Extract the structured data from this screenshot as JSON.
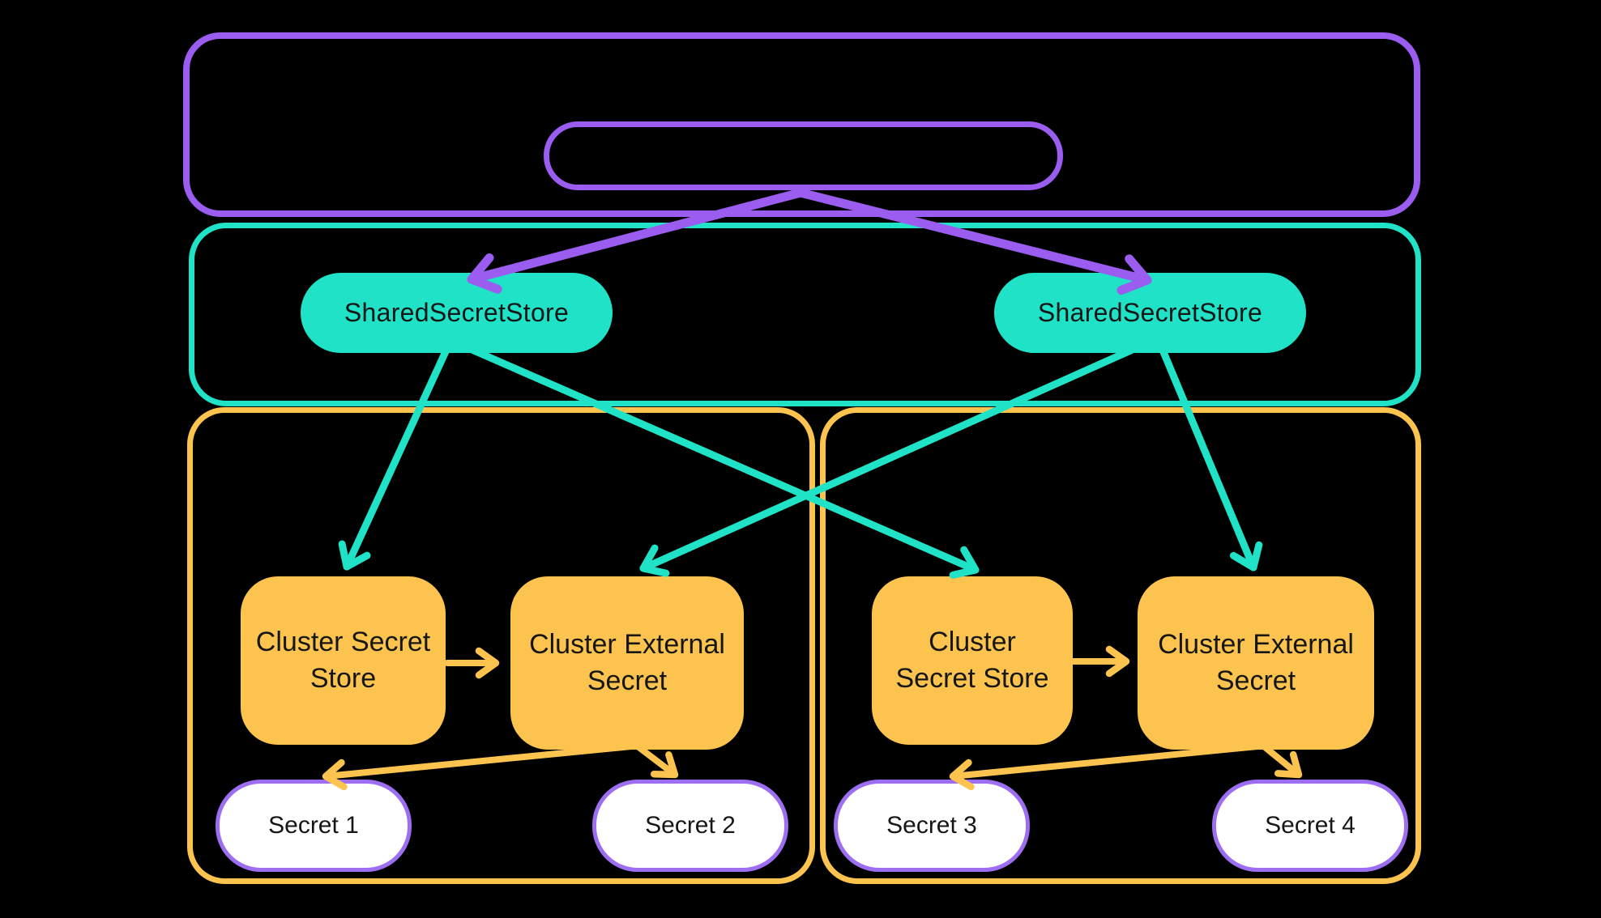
{
  "colors": {
    "background": "#000000",
    "purple": "#9b5cf0",
    "teal": "#1fe2c6",
    "orange": "#fcc44f",
    "secret_border": "#9d6df2",
    "secret_fill": "#ffffff",
    "text": "#161616"
  },
  "shared_secret_stores": [
    {
      "label": "SharedSecretStore"
    },
    {
      "label": "SharedSecretStore"
    }
  ],
  "clusters": [
    {
      "secret_store": {
        "label": "Cluster Secret Store"
      },
      "external_secret": {
        "label": "Cluster External Secret"
      },
      "secrets": [
        {
          "label": "Secret 1"
        },
        {
          "label": "Secret 2"
        }
      ]
    },
    {
      "secret_store": {
        "label": "Cluster Secret Store"
      },
      "external_secret": {
        "label": "Cluster External Secret"
      },
      "secrets": [
        {
          "label": "Secret 3"
        },
        {
          "label": "Secret 4"
        }
      ]
    }
  ],
  "edges": [
    {
      "from": "top-inner-pill",
      "to": "shared-secret-store-1",
      "color": "purple"
    },
    {
      "from": "top-inner-pill",
      "to": "shared-secret-store-2",
      "color": "purple"
    },
    {
      "from": "shared-secret-store-1",
      "to": "cluster-1-secret-store",
      "color": "teal"
    },
    {
      "from": "shared-secret-store-1",
      "to": "cluster-2-secret-store",
      "color": "teal"
    },
    {
      "from": "shared-secret-store-2",
      "to": "cluster-1-external-secret",
      "color": "teal"
    },
    {
      "from": "shared-secret-store-2",
      "to": "cluster-2-external-secret",
      "color": "teal"
    },
    {
      "from": "cluster-1-secret-store",
      "to": "cluster-1-external-secret",
      "color": "orange"
    },
    {
      "from": "cluster-2-secret-store",
      "to": "cluster-2-external-secret",
      "color": "orange"
    },
    {
      "from": "cluster-1-external-secret",
      "to": "secret-1",
      "color": "orange"
    },
    {
      "from": "cluster-1-external-secret",
      "to": "secret-2",
      "color": "orange"
    },
    {
      "from": "cluster-2-external-secret",
      "to": "secret-3",
      "color": "orange"
    },
    {
      "from": "cluster-2-external-secret",
      "to": "secret-4",
      "color": "orange"
    }
  ]
}
